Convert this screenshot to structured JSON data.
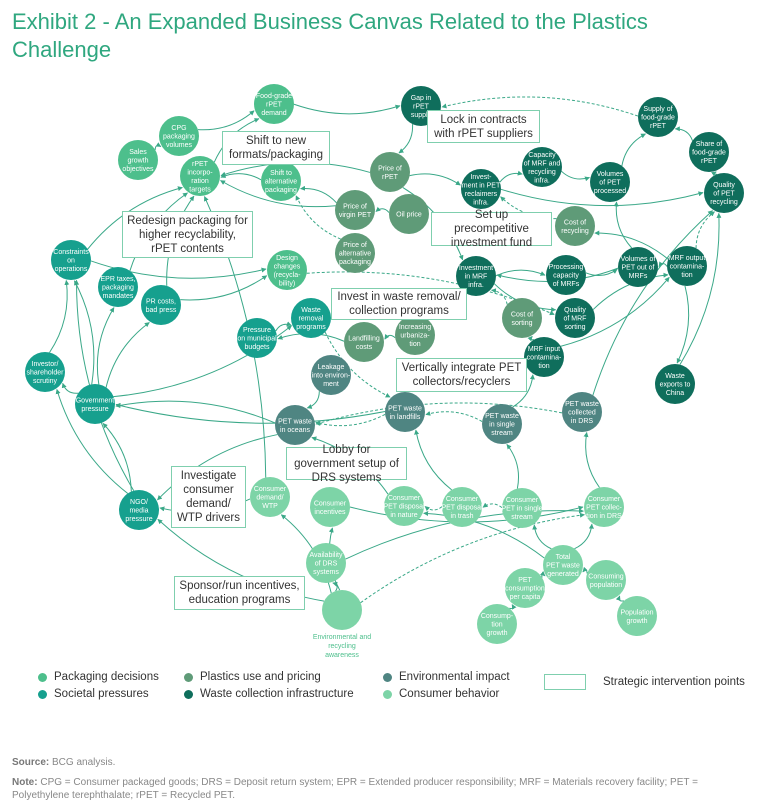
{
  "title": "Exhibit 2 - An Expanded Business Canvas Related to the Plastics Challenge",
  "colors": {
    "packaging": "#4dbf8c",
    "societal": "#16a08e",
    "plastics": "#5f9b78",
    "environmental": "#4f8582",
    "waste": "#0f6e5c",
    "consumer": "#7dd4a7",
    "edge": "#3aa888",
    "box_border": "#7fcfae"
  },
  "nodes": [
    {
      "id": "foodgrade_demand",
      "cat": "packaging",
      "lines": [
        "Food-grade",
        "rPET",
        "demand"
      ]
    },
    {
      "id": "cpg",
      "cat": "packaging",
      "lines": [
        "CPG",
        "packaging",
        "volumes"
      ]
    },
    {
      "id": "sales",
      "cat": "packaging",
      "lines": [
        "Sales",
        "growth",
        "objectives"
      ]
    },
    {
      "id": "rpet_targets",
      "cat": "packaging",
      "lines": [
        "rPET",
        "incorpo-",
        "ration",
        "targets"
      ]
    },
    {
      "id": "shift_alt",
      "cat": "packaging",
      "lines": [
        "Shift to",
        "alternative",
        "packaging"
      ]
    },
    {
      "id": "gap",
      "cat": "waste",
      "lines": [
        "Gap in",
        "rPET",
        "supply"
      ]
    },
    {
      "id": "price_rpet",
      "cat": "plastics",
      "lines": [
        "Price of",
        "rPET"
      ]
    },
    {
      "id": "price_virgin",
      "cat": "plastics",
      "lines": [
        "Price of",
        "virgin PET"
      ]
    },
    {
      "id": "oil",
      "cat": "plastics",
      "lines": [
        "Oil price"
      ]
    },
    {
      "id": "price_alt",
      "cat": "plastics",
      "lines": [
        "Price of",
        "alternative",
        "packaging"
      ]
    },
    {
      "id": "design",
      "cat": "packaging",
      "lines": [
        "Design",
        "changes",
        "(recycla-",
        "bility)"
      ]
    },
    {
      "id": "invest_pet",
      "cat": "waste",
      "lines": [
        "Invest-",
        "ment in PET",
        "reclaimers",
        "infra."
      ]
    },
    {
      "id": "capacity_mrf",
      "cat": "waste",
      "lines": [
        "Capacity",
        "of MRF and",
        "recycling",
        "infra."
      ]
    },
    {
      "id": "vol_processed",
      "cat": "waste",
      "lines": [
        "Volumes",
        "of PET",
        "processed"
      ]
    },
    {
      "id": "supply_fg",
      "cat": "waste",
      "lines": [
        "Supply of",
        "food-grade",
        "rPET"
      ]
    },
    {
      "id": "share_fg",
      "cat": "waste",
      "lines": [
        "Share of",
        "food-grade",
        "rPET"
      ]
    },
    {
      "id": "quality_rec",
      "cat": "waste",
      "lines": [
        "Quality",
        "of PET",
        "recycling"
      ]
    },
    {
      "id": "cost_rec",
      "cat": "plastics",
      "lines": [
        "Cost of",
        "recycling"
      ]
    },
    {
      "id": "invest_mrf",
      "cat": "waste",
      "lines": [
        "Investment",
        "in MRF",
        "infra."
      ]
    },
    {
      "id": "proc_cap",
      "cat": "waste",
      "lines": [
        "Processing",
        "capacity",
        "of MRFs"
      ]
    },
    {
      "id": "vol_out",
      "cat": "waste",
      "lines": [
        "Volumes of",
        "PET out of",
        "MRFs"
      ]
    },
    {
      "id": "mrf_out",
      "cat": "waste",
      "lines": [
        "MRF output",
        "contamina-",
        "tion"
      ]
    },
    {
      "id": "quality_sort",
      "cat": "waste",
      "lines": [
        "Quality",
        "of MRF",
        "sorting"
      ]
    },
    {
      "id": "cost_sort",
      "cat": "plastics",
      "lines": [
        "Cost of",
        "sorting"
      ]
    },
    {
      "id": "mrf_in",
      "cat": "waste",
      "lines": [
        "MRF input",
        "contamina-",
        "tion"
      ]
    },
    {
      "id": "exports",
      "cat": "waste",
      "lines": [
        "Waste",
        "exports to",
        "China"
      ]
    },
    {
      "id": "constraints",
      "cat": "societal",
      "lines": [
        "Constraints",
        "on",
        "operations"
      ]
    },
    {
      "id": "epr",
      "cat": "societal",
      "lines": [
        "EPR taxes,",
        "packaging",
        "mandates"
      ]
    },
    {
      "id": "pr",
      "cat": "societal",
      "lines": [
        "PR costs,",
        "bad press"
      ]
    },
    {
      "id": "waste_removal",
      "cat": "societal",
      "lines": [
        "Waste",
        "removal",
        "programs"
      ]
    },
    {
      "id": "municipal",
      "cat": "societal",
      "lines": [
        "Pressure",
        "on municipal",
        "budgets"
      ]
    },
    {
      "id": "landfill_cost",
      "cat": "plastics",
      "lines": [
        "Landfilling",
        "costs"
      ]
    },
    {
      "id": "urban",
      "cat": "plastics",
      "lines": [
        "Increasing",
        "urbaniza-",
        "tion"
      ]
    },
    {
      "id": "leakage",
      "cat": "environmental",
      "lines": [
        "Leakage",
        "into environ-",
        "ment"
      ]
    },
    {
      "id": "investor",
      "cat": "societal",
      "lines": [
        "Investor/",
        "shareholder",
        "scrutiny"
      ]
    },
    {
      "id": "gov",
      "cat": "societal",
      "lines": [
        "Government",
        "pressure"
      ]
    },
    {
      "id": "oceans",
      "cat": "environmental",
      "lines": [
        "PET waste",
        "in oceans"
      ]
    },
    {
      "id": "landfills",
      "cat": "environmental",
      "lines": [
        "PET waste",
        "in landfills"
      ]
    },
    {
      "id": "single",
      "cat": "environmental",
      "lines": [
        "PET waste",
        "in single",
        "stream"
      ]
    },
    {
      "id": "drs_collected",
      "cat": "environmental",
      "lines": [
        "PET waste",
        "collected",
        "in DRS"
      ]
    },
    {
      "id": "ngo",
      "cat": "societal",
      "lines": [
        "NGO/",
        "media",
        "pressure"
      ]
    },
    {
      "id": "demand_wtp",
      "cat": "consumer",
      "lines": [
        "Consumer",
        "demand/",
        "WTP"
      ]
    },
    {
      "id": "incentives",
      "cat": "consumer",
      "lines": [
        "Consumer",
        "incentives"
      ]
    },
    {
      "id": "drs_avail",
      "cat": "consumer",
      "lines": [
        "Availability",
        "of DRS",
        "systems"
      ]
    },
    {
      "id": "disp_nature",
      "cat": "consumer",
      "lines": [
        "Consumer",
        "PET disposal",
        "in nature"
      ]
    },
    {
      "id": "disp_trash",
      "cat": "consumer",
      "lines": [
        "Consumer",
        "PET disposal",
        "in trash"
      ]
    },
    {
      "id": "disp_single",
      "cat": "consumer",
      "lines": [
        "Consumer",
        "PET in single",
        "stream"
      ]
    },
    {
      "id": "disp_drs",
      "cat": "consumer",
      "lines": [
        "Consumer",
        "PET collec-",
        "tion in DRS"
      ]
    },
    {
      "id": "total",
      "cat": "consumer",
      "lines": [
        "Total",
        "PET waste",
        "generated"
      ]
    },
    {
      "id": "consuming_pop",
      "cat": "consumer",
      "lines": [
        "Consuming",
        "population"
      ]
    },
    {
      "id": "pop_growth",
      "cat": "consumer",
      "lines": [
        "Population",
        "growth"
      ]
    },
    {
      "id": "per_capita",
      "cat": "consumer",
      "lines": [
        "PET",
        "consumption",
        "per capita"
      ]
    },
    {
      "id": "cons_growth",
      "cat": "consumer",
      "lines": [
        "Consump-",
        "tion",
        "growth"
      ]
    },
    {
      "id": "awareness",
      "cat": "consumer",
      "lines": []
    }
  ],
  "awareness_label": "Environmental and recycling awareness",
  "edges": [
    [
      "sales",
      "cpg"
    ],
    [
      "cpg",
      "foodgrade_demand"
    ],
    [
      "rpet_targets",
      "foodgrade_demand"
    ],
    [
      "foodgrade_demand",
      "gap"
    ],
    [
      "gap",
      "price_rpet"
    ],
    [
      "price_rpet",
      "rpet_targets"
    ],
    [
      "price_rpet",
      "invest_pet"
    ],
    [
      "price_virgin",
      "shift_alt"
    ],
    [
      "price_virgin",
      "rpet_targets"
    ],
    [
      "oil",
      "price_virgin"
    ],
    [
      "price_alt",
      "shift_alt"
    ],
    [
      "shift_alt",
      "rpet_targets"
    ],
    [
      "invest_pet",
      "capacity_mrf"
    ],
    [
      "capacity_mrf",
      "vol_processed"
    ],
    [
      "vol_processed",
      "supply_fg"
    ],
    [
      "share_fg",
      "supply_fg"
    ],
    [
      "quality_rec",
      "share_fg"
    ],
    [
      "invest_pet",
      "quality_rec"
    ],
    [
      "cost_rec",
      "invest_pet"
    ],
    [
      "mrf_out",
      "cost_rec"
    ],
    [
      "invest_mrf",
      "proc_cap"
    ],
    [
      "proc_cap",
      "vol_out"
    ],
    [
      "vol_out",
      "invest_mrf"
    ],
    [
      "mrf_out",
      "vol_out"
    ],
    [
      "vol_out",
      "vol_processed"
    ],
    [
      "invest_mrf",
      "quality_sort"
    ],
    [
      "quality_sort",
      "mrf_out"
    ],
    [
      "cost_sort",
      "invest_mrf"
    ],
    [
      "mrf_in",
      "cost_sort"
    ],
    [
      "mrf_in",
      "mrf_out"
    ],
    [
      "mrf_out",
      "exports"
    ],
    [
      "exports",
      "quality_rec"
    ],
    [
      "mrf_out",
      "quality_rec"
    ],
    [
      "supply_fg",
      "gap"
    ],
    [
      "constraints",
      "rpet_targets"
    ],
    [
      "constraints",
      "design"
    ],
    [
      "epr",
      "rpet_targets"
    ],
    [
      "pr",
      "design"
    ],
    [
      "pr",
      "rpet_targets"
    ],
    [
      "investor",
      "constraints"
    ],
    [
      "gov",
      "epr"
    ],
    [
      "gov",
      "constraints"
    ],
    [
      "gov",
      "pr"
    ],
    [
      "gov",
      "waste_removal"
    ],
    [
      "gov",
      "investor"
    ],
    [
      "landfill_cost",
      "municipal"
    ],
    [
      "municipal",
      "waste_removal"
    ],
    [
      "urban",
      "landfill_cost"
    ],
    [
      "leakage",
      "oceans"
    ],
    [
      "oceans",
      "gov"
    ],
    [
      "landfills",
      "gov"
    ],
    [
      "ngo",
      "gov"
    ],
    [
      "ngo",
      "investor"
    ],
    [
      "oceans",
      "ngo"
    ],
    [
      "demand_wtp",
      "ngo"
    ],
    [
      "awareness",
      "demand_wtp"
    ],
    [
      "awareness",
      "ngo"
    ],
    [
      "awareness",
      "drs_avail"
    ],
    [
      "awareness",
      "incentives"
    ],
    [
      "disp_single",
      "disp_trash"
    ],
    [
      "disp_trash",
      "disp_nature"
    ],
    [
      "disp_single",
      "single"
    ],
    [
      "disp_trash",
      "landfills"
    ],
    [
      "disp_nature",
      "oceans"
    ],
    [
      "disp_drs",
      "drs_collected"
    ],
    [
      "total",
      "disp_drs"
    ],
    [
      "total",
      "disp_single"
    ],
    [
      "total",
      "disp_nature"
    ],
    [
      "per_capita",
      "total"
    ],
    [
      "consuming_pop",
      "total"
    ],
    [
      "pop_growth",
      "consuming_pop"
    ],
    [
      "cons_growth",
      "per_capita"
    ],
    [
      "drs_avail",
      "disp_drs"
    ],
    [
      "incentives",
      "disp_drs"
    ],
    [
      "awareness",
      "disp_drs"
    ],
    [
      "single",
      "mrf_in"
    ],
    [
      "drs_collected",
      "quality_rec"
    ],
    [
      "single",
      "landfills"
    ],
    [
      "landfills",
      "oceans"
    ],
    [
      "drs_collected",
      "oceans"
    ],
    [
      "design",
      "quality_sort"
    ],
    [
      "waste_removal",
      "landfills"
    ],
    [
      "price_rpet",
      "invest_mrf"
    ],
    [
      "demand_wtp",
      "rpet_targets"
    ],
    [
      "ngo",
      "constraints"
    ]
  ],
  "dashed_edges": [
    [
      "price_alt",
      "shift_alt"
    ],
    [
      "design",
      "quality_sort"
    ],
    [
      "single",
      "landfills"
    ],
    [
      "landfills",
      "oceans"
    ],
    [
      "drs_collected",
      "oceans"
    ],
    [
      "disp_single",
      "disp_trash"
    ],
    [
      "disp_trash",
      "disp_nature"
    ],
    [
      "supply_fg",
      "gap"
    ],
    [
      "mrf_out",
      "quality_rec"
    ],
    [
      "waste_removal",
      "landfills"
    ],
    [
      "awareness",
      "disp_drs"
    ],
    [
      "cost_rec",
      "invest_pet"
    ],
    [
      "cost_sort",
      "invest_mrf"
    ]
  ],
  "interventions": [
    {
      "id": "shift_formats",
      "label": "Shift to new formats/packaging"
    },
    {
      "id": "lock_contracts",
      "label": "Lock in contracts with rPET suppliers"
    },
    {
      "id": "redesign",
      "label": "Redesign packaging for higher recyclability, rPET contents"
    },
    {
      "id": "fund",
      "label": "Set up precompetitive investment fund"
    },
    {
      "id": "waste_invest",
      "label": "Invest in waste removal/ collection programs"
    },
    {
      "id": "integrate",
      "label": "Vertically integrate PET collectors/recyclers"
    },
    {
      "id": "lobby",
      "label": "Lobby for government setup of DRS systems"
    },
    {
      "id": "investigate",
      "label": "Investigate consumer demand/ WTP drivers"
    },
    {
      "id": "sponsor",
      "label": "Sponsor/run incentives, education programs"
    }
  ],
  "legend": {
    "packaging": "Packaging decisions",
    "societal": "Societal pressures",
    "plastics": "Plastics use and pricing",
    "waste": "Waste collection infrastructure",
    "environmental": "Environmental impact",
    "consumer": "Consumer behavior",
    "intervention": "Strategic intervention points"
  },
  "source_label": "Source:",
  "source_text": " BCG analysis.",
  "note_label": "Note:",
  "note_text": " CPG = Consumer packaged goods; DRS = Deposit return system; EPR = Extended producer responsibility; MRF = Materials recovery facility; PET = Polyethylene terephthalate; rPET = Recycled PET."
}
